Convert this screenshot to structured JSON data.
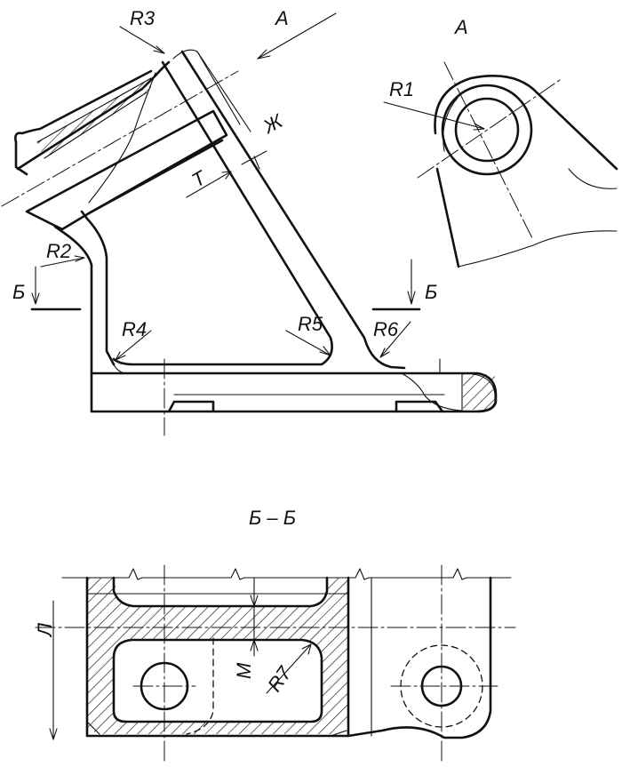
{
  "labels": {
    "view_a_arrow": "А",
    "view_a_title": "А",
    "r1": "R1",
    "r2": "R2",
    "r3": "R3",
    "r4": "R4",
    "r5": "R5",
    "r6": "R6",
    "r7": "R7",
    "zh": "Ж",
    "t": "Т",
    "section_left": "Б",
    "section_right": "Б",
    "section_title": "Б – Б",
    "dim_l": "Л",
    "dim_m": "М"
  },
  "colors": {
    "ink": "#111111",
    "paper": "#ffffff"
  }
}
